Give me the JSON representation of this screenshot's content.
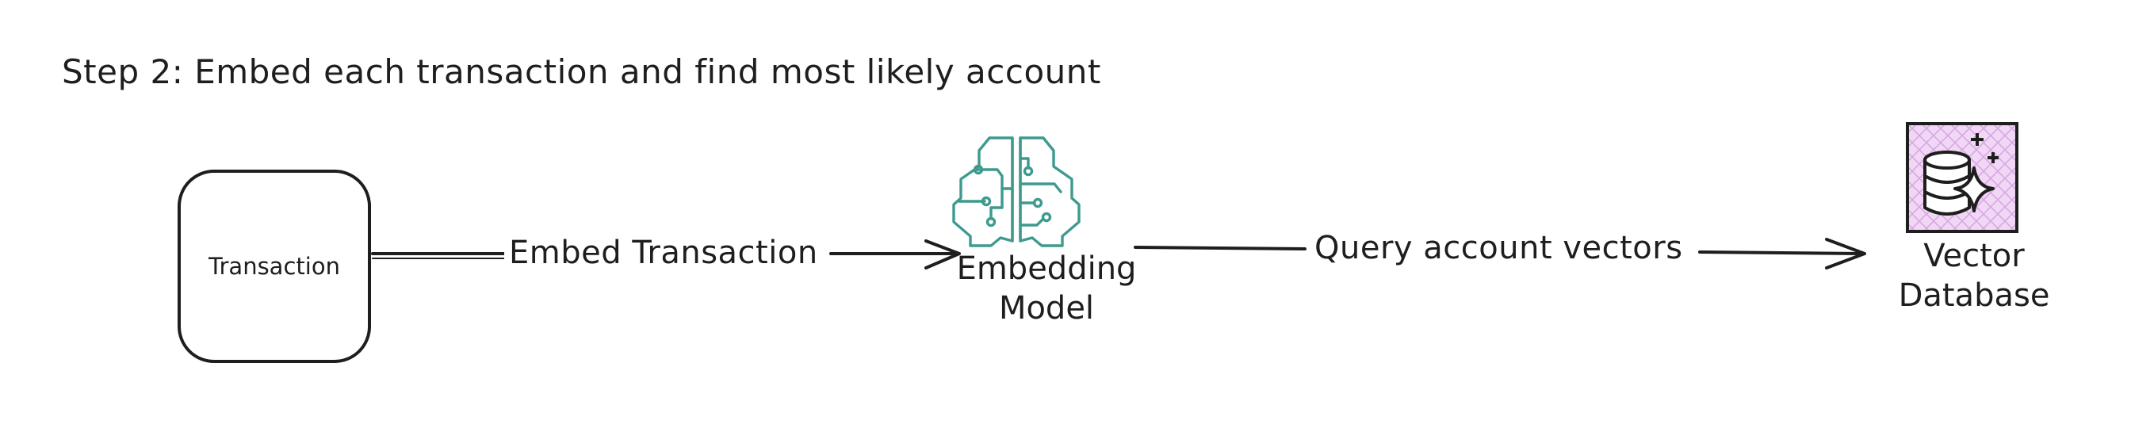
{
  "title": "Step 2: Embed each transaction and find most likely account",
  "nodes": {
    "transaction": {
      "label": "Transaction"
    },
    "embedding_model": {
      "label_line1": "Embedding",
      "label_line2": "Model",
      "icon": "brain-circuit-icon"
    },
    "vector_database": {
      "label_line1": "Vector",
      "label_line2": "Database",
      "icon": "database-sparkle-icon"
    }
  },
  "edges": {
    "embed": {
      "label": "Embed Transaction"
    },
    "query": {
      "label": "Query account vectors"
    }
  },
  "colors": {
    "stroke": "#1e1e1e",
    "model_icon": "#3e9a8e",
    "db_fill": "#f1d7f5",
    "db_hatch": "#d7a8e0"
  }
}
